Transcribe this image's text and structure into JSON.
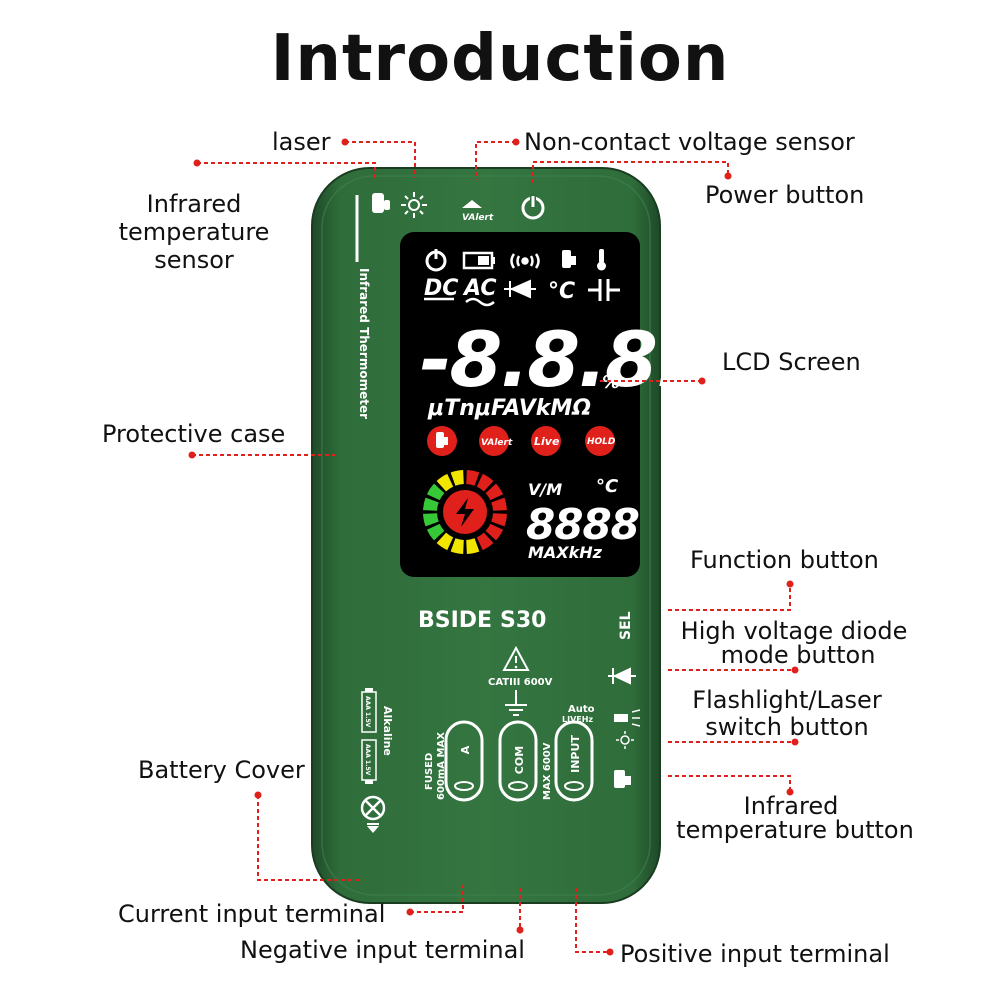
{
  "title": "Introduction",
  "device": {
    "brand": "BSIDE",
    "model": "S30",
    "side_text": "Infrared Thermometer",
    "sel_label": "SEL",
    "cat_rating": "CATIII 600V",
    "fused_text_1": "FUSED",
    "fused_text_2": "600mA MAX",
    "max_text": "MAX 600V",
    "auto_text": "Auto",
    "live_hz_text": "LIVEHz",
    "battery_text": "Alkaline",
    "battery_cell_1": "AAA 1.5V",
    "battery_cell_2": "AAA 1.5V",
    "terminals": {
      "a": "A",
      "com": "COM",
      "input": "INPUT"
    },
    "valert_text": "VAlert",
    "colors": {
      "case": "#2e6a3a",
      "case_dark": "#234f2c",
      "lcd": "#000000",
      "red_button": "#e0201b",
      "leader": "#e0201b"
    }
  },
  "lcd": {
    "dc": "DC",
    "ac": "AC",
    "big_digits": "-8.8.8.8",
    "percent": "%",
    "units_row": "μTnμFAVkMΩ",
    "buttons": [
      "VAlert",
      "Live",
      "HOLD"
    ],
    "small_unit_1": "V/M",
    "small_unit_2": "°C",
    "celsius": "°C",
    "small_digits": "8888",
    "max_khz": "MAXkHz"
  },
  "labels": {
    "laser": "laser",
    "non_contact": "Non-contact voltage sensor",
    "power_button": "Power button",
    "infrared_sensor_1": "Infrared",
    "infrared_sensor_2": "temperature",
    "infrared_sensor_3": "sensor",
    "lcd_screen": "LCD Screen",
    "protective_case": "Protective case",
    "function_button": "Function button",
    "high_voltage_1": "High voltage diode",
    "high_voltage_2": "mode button",
    "flashlight_1": "Flashlight/Laser",
    "flashlight_2": "switch button",
    "battery_cover": "Battery Cover",
    "infrared_button_1": "Infrared",
    "infrared_button_2": "temperature button",
    "current_terminal": "Current input terminal",
    "negative_terminal": "Negative input terminal",
    "positive_terminal": "Positive input terminal"
  }
}
